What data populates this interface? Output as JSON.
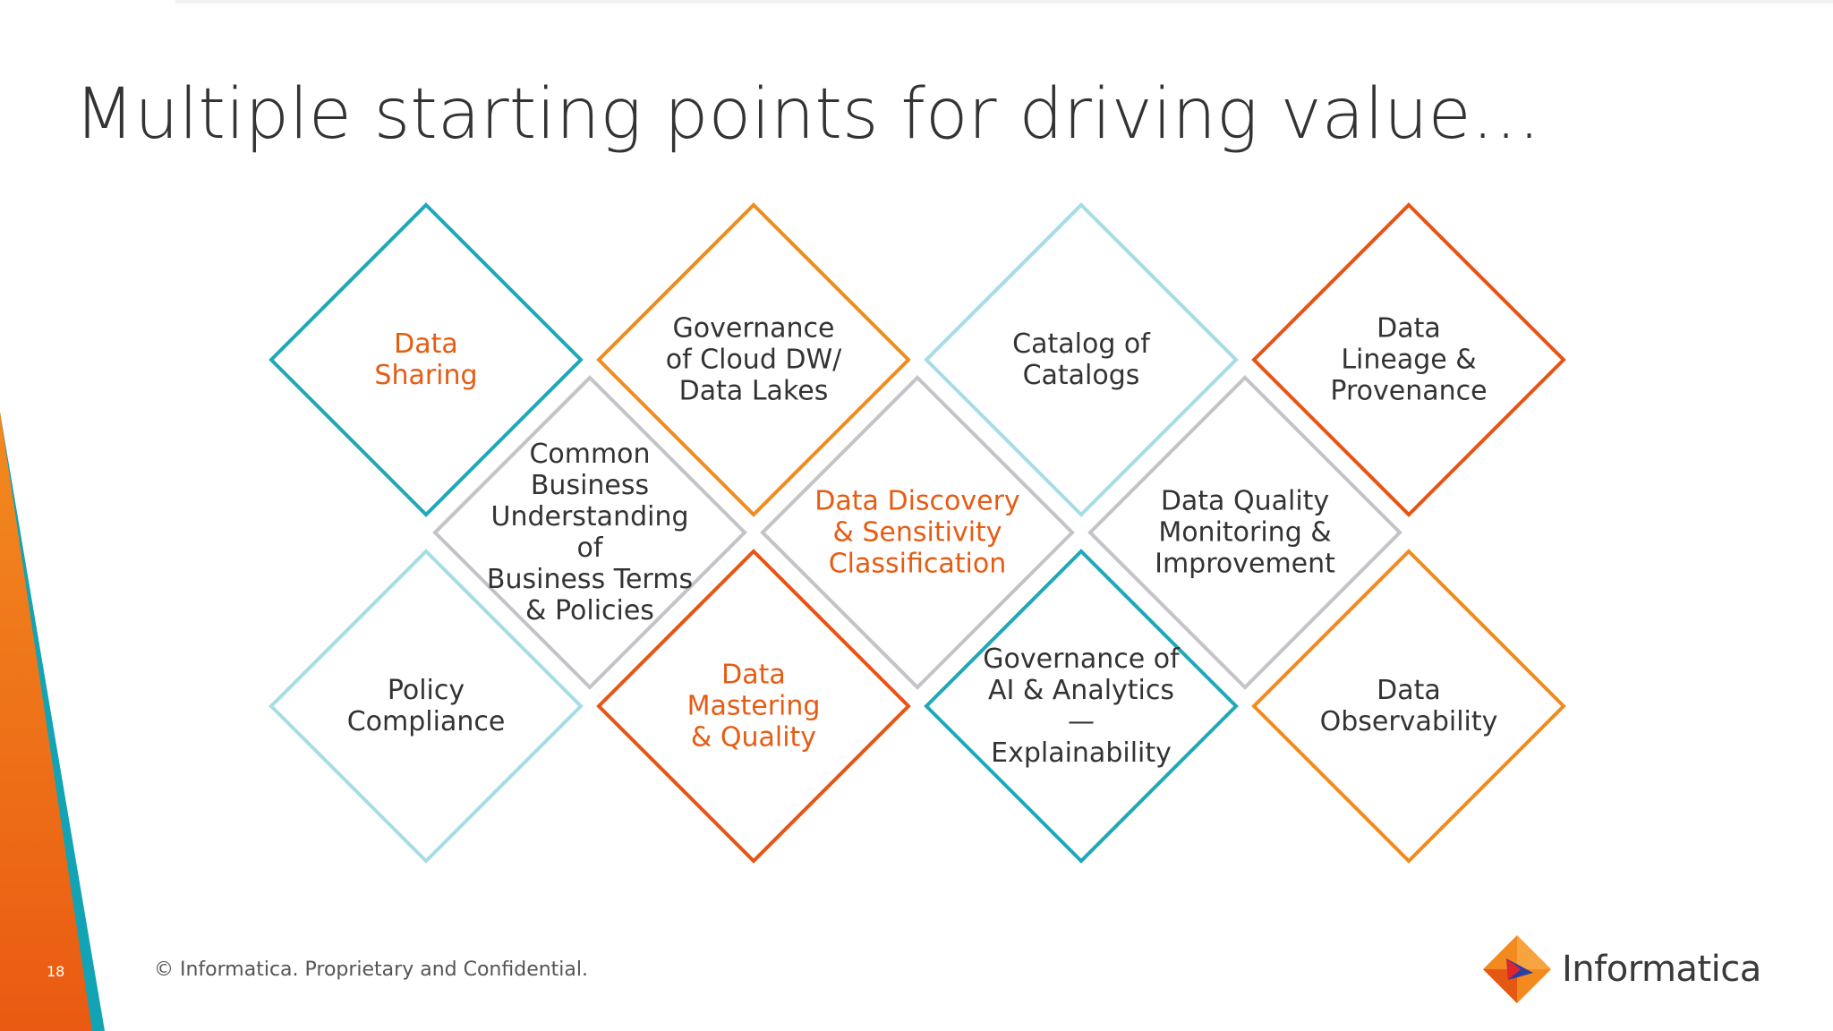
{
  "slide": {
    "title": "Multiple starting points for driving value…",
    "page_number": "18",
    "copyright": "© Informatica. Proprietary and Confidential.",
    "brand_name": "Informatica"
  },
  "colors": {
    "teal": "#1fa8b8",
    "orange": "#f08c1e",
    "light_teal": "#a6dde4",
    "red_orange": "#e85414",
    "gray": "#c3c3c8",
    "accent_text": "#e55c13",
    "body_text": "#333333"
  },
  "nodes": [
    {
      "id": "data-sharing",
      "label": "Data\nSharing",
      "stroke": "teal",
      "text_style": "accent"
    },
    {
      "id": "governance-cloud",
      "label": "Governance\nof Cloud DW/\nData Lakes",
      "stroke": "orange",
      "text_style": "plain"
    },
    {
      "id": "catalog-of-catalogs",
      "label": "Catalog of\nCatalogs",
      "stroke": "light_teal",
      "text_style": "plain"
    },
    {
      "id": "data-lineage",
      "label": "Data\nLineage &\nProvenance",
      "stroke": "red_orange",
      "text_style": "plain"
    },
    {
      "id": "business-understanding",
      "label": "Common\nBusiness\nUnderstanding of\nBusiness Terms\n& Policies",
      "stroke": "gray",
      "text_style": "plain"
    },
    {
      "id": "data-discovery",
      "label": "Data Discovery\n& Sensitivity\nClassification",
      "stroke": "gray",
      "text_style": "accent"
    },
    {
      "id": "data-quality-monitoring",
      "label": "Data Quality\nMonitoring &\nImprovement",
      "stroke": "gray",
      "text_style": "plain"
    },
    {
      "id": "policy-compliance",
      "label": "Policy\nCompliance",
      "stroke": "light_teal",
      "text_style": "plain"
    },
    {
      "id": "data-mastering",
      "label": "Data\nMastering\n& Quality",
      "stroke": "red_orange",
      "text_style": "accent"
    },
    {
      "id": "governance-ai",
      "label": "Governance of\nAI & Analytics —\nExplainability",
      "stroke": "teal",
      "text_style": "plain"
    },
    {
      "id": "data-observability",
      "label": "Data\nObservability",
      "stroke": "orange",
      "text_style": "plain"
    }
  ]
}
